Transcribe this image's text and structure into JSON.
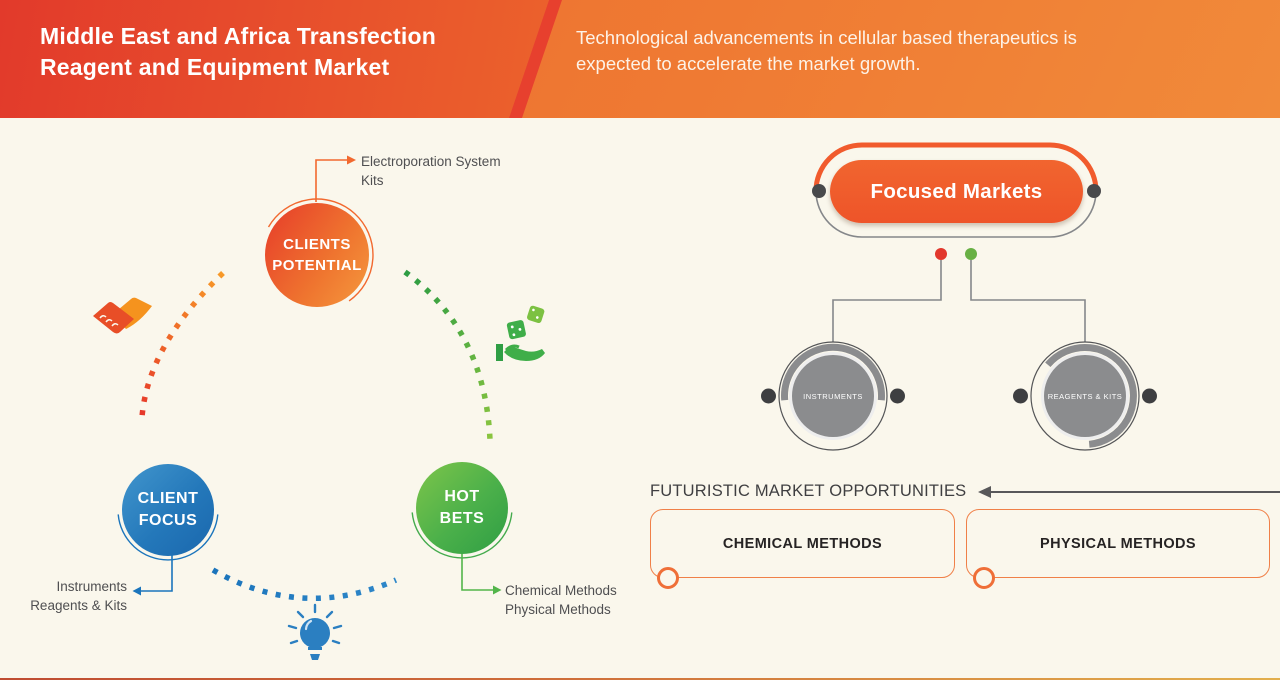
{
  "header": {
    "title": "Middle East and Africa Transfection\nReagent and Equipment Market",
    "subtitle": "Technological advancements in cellular based therapeutics is\nexpected to accelerate the market growth."
  },
  "strategy_wheel": {
    "clients_potential": {
      "label": "CLIENTS\nPOTENTIAL",
      "callout": "Electroporation System\nKits"
    },
    "client_focus": {
      "label": "CLIENT\nFOCUS",
      "callout": "Instruments\nReagents & Kits"
    },
    "hot_bets": {
      "label": "HOT\nBETS",
      "callout": "Chemical Methods\nPhysical Methods"
    }
  },
  "focused_markets": {
    "title": "Focused Markets",
    "children": [
      {
        "label": "INSTRUMENTS"
      },
      {
        "label": "REAGENTS & KITS"
      }
    ]
  },
  "opportunities": {
    "heading": "FUTURISTIC MARKET OPPORTUNITIES",
    "boxes": [
      {
        "label": "CHEMICAL METHODS"
      },
      {
        "label": "PHYSICAL METHODS"
      }
    ]
  },
  "icons": {
    "handshake": "handshake-icon",
    "dice_hand": "dice-hand-icon",
    "lightbulb": "lightbulb-icon"
  },
  "colors": {
    "accent_orange": "#f15a29",
    "accent_red": "#e6372a",
    "accent_blue": "#1b75bc",
    "accent_green": "#3fae49",
    "gray": "#85878a",
    "dark_text": "#3f3f41",
    "cream_bg": "#faf7ec"
  }
}
